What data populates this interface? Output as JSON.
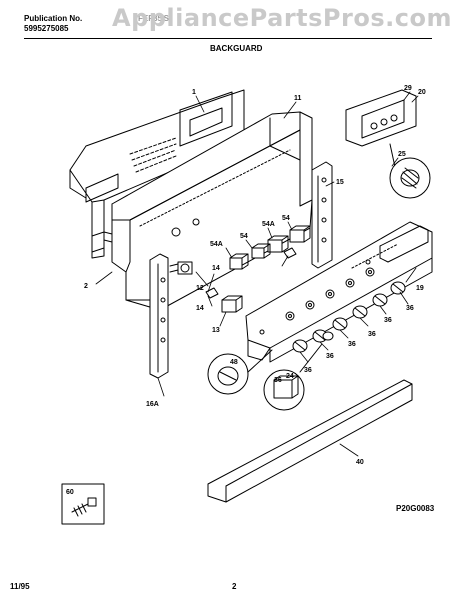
{
  "header": {
    "pub_label": "Publication No.",
    "pub_number": "5995275085",
    "model_partial": "FEF35",
    "model_suffix": "S",
    "section_title": "BACKGUARD"
  },
  "watermark": "AppliancePartsPros.com",
  "footer": {
    "date": "11/95",
    "page": "2",
    "figure_code": "P20G0083"
  },
  "callouts": [
    "1",
    "11",
    "29",
    "20",
    "25",
    "15",
    "54A",
    "54",
    "54A",
    "54",
    "14",
    "2",
    "12",
    "14",
    "13",
    "19",
    "36",
    "36",
    "36",
    "36",
    "36",
    "36",
    "48",
    "36",
    "24",
    "16A",
    "40",
    "60"
  ]
}
